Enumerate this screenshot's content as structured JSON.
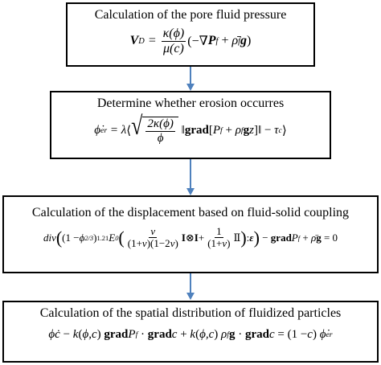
{
  "nodes": [
    {
      "id": "pore-fluid-pressure",
      "title": "Calculation of the pore fluid pressure"
    },
    {
      "id": "erosion",
      "title": "Determine whether erosion occurres"
    },
    {
      "id": "displacement",
      "title": "Calculation of the displacement based on fluid-solid coupling"
    },
    {
      "id": "fluidized-particles",
      "title": "Calculation of the spatial distribution of fluidized particles"
    }
  ],
  "edges": [
    {
      "from": "pore-fluid-pressure",
      "to": "erosion"
    },
    {
      "from": "erosion",
      "to": "displacement"
    },
    {
      "from": "displacement",
      "to": "fluidized-particles"
    }
  ],
  "colors": {
    "arrow": "#4f81bd",
    "border": "#000000"
  }
}
